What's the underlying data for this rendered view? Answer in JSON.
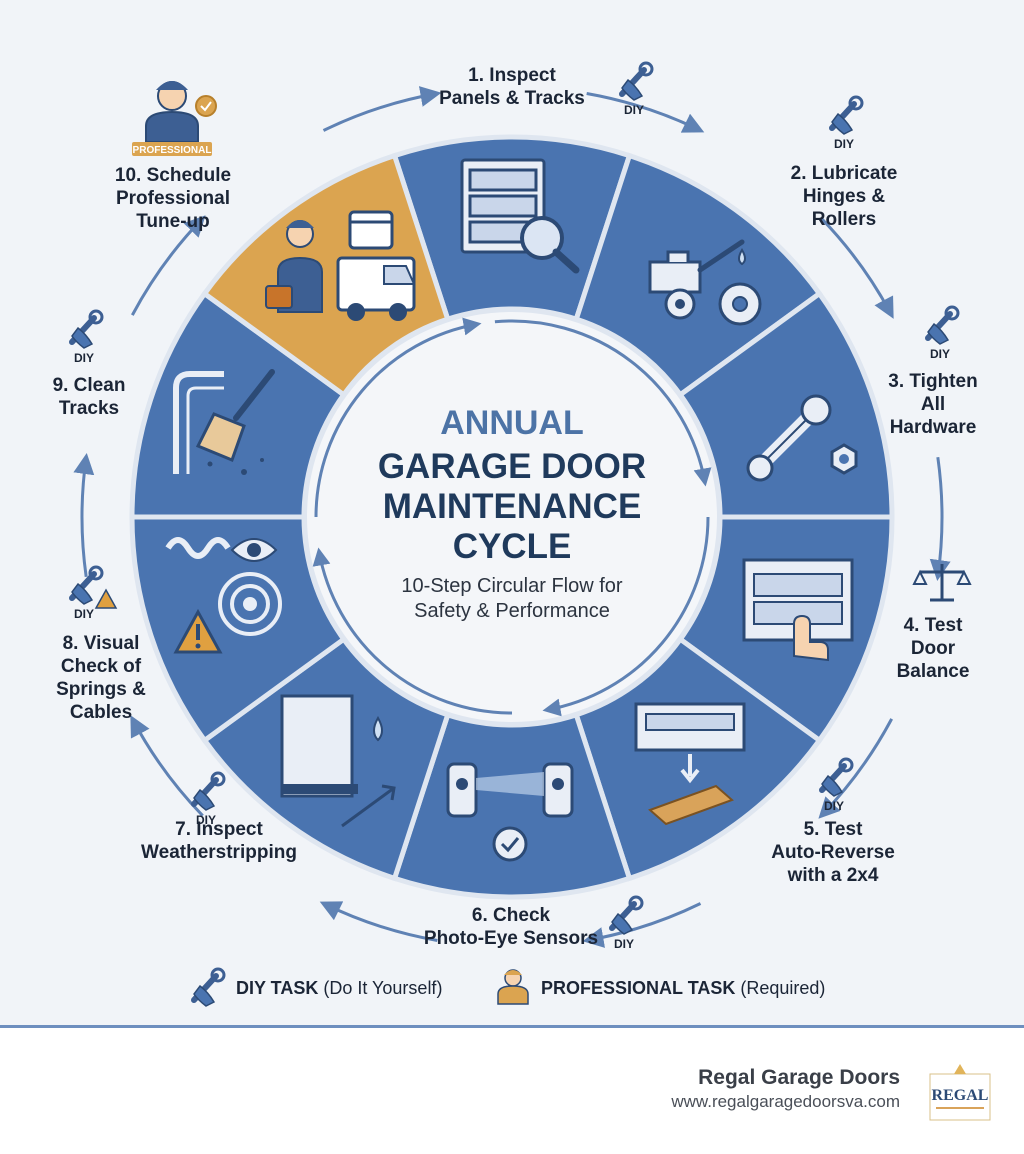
{
  "title": {
    "line1": "ANNUAL",
    "line2": "GARAGE DOOR",
    "line3": "MAINTENANCE",
    "line4": "CYCLE",
    "subtitle_line1": "10-Step Circular Flow for",
    "subtitle_line2": "Safety & Performance"
  },
  "steps": [
    {
      "label": "1. Inspect\nPanels & Tracks",
      "tag": "DIY",
      "type": "diy"
    },
    {
      "label": "2. Lubricate\nHinges &\nRollers",
      "tag": "DIY",
      "type": "diy"
    },
    {
      "label": "3. Tighten\nAll\nHardware",
      "tag": "DIY",
      "type": "diy"
    },
    {
      "label": "4. Test\nDoor\nBalance",
      "tag": "",
      "type": "diy"
    },
    {
      "label": "5. Test\nAuto-Reverse\nwith a 2x4",
      "tag": "DIY",
      "type": "diy"
    },
    {
      "label": "6. Check\nPhoto-Eye Sensors",
      "tag": "DIY",
      "type": "diy"
    },
    {
      "label": "7. Inspect\nWeatherstripping",
      "tag": "DIY",
      "type": "diy"
    },
    {
      "label": "8. Visual\nCheck of\nSprings &\nCables",
      "tag": "DIY",
      "type": "diy"
    },
    {
      "label": "9. Clean\nTracks",
      "tag": "DIY",
      "type": "diy"
    },
    {
      "label": "10. Schedule\nProfessional\nTune-up",
      "tag": "PROFESSIONAL",
      "type": "professional"
    }
  ],
  "legend": {
    "diy_bold": "DIY TASK",
    "diy_note": "(Do It Yourself)",
    "pro_bold": "PROFESSIONAL TASK",
    "pro_note": "(Required)"
  },
  "footer": {
    "company": "Regal Garage Doors",
    "url": "www.regalgaragedoorsva.com",
    "logo_text": "REGAL"
  },
  "colors": {
    "segment": "#4a74b0",
    "segment_pro": "#dba450",
    "segment_border": "#dfe6f0",
    "center": "#f4f6f9",
    "title_light": "#4c73a6",
    "title_dark": "#1f3a5c",
    "arrow": "#5f82b4",
    "icon": "#3d5f93",
    "warning": "#e0a040"
  },
  "icons": [
    "wrench-hand-icon",
    "panel-magnifier-icon",
    "oil-can-gear-icon",
    "wrench-nut-icon",
    "balance-scale-icon",
    "door-hand-icon",
    "door-board-icon",
    "photo-eye-icon",
    "weatherstrip-icon",
    "spring-eye-icon",
    "brush-track-icon",
    "technician-van-icon",
    "technician-icon",
    "regal-logo-icon"
  ]
}
